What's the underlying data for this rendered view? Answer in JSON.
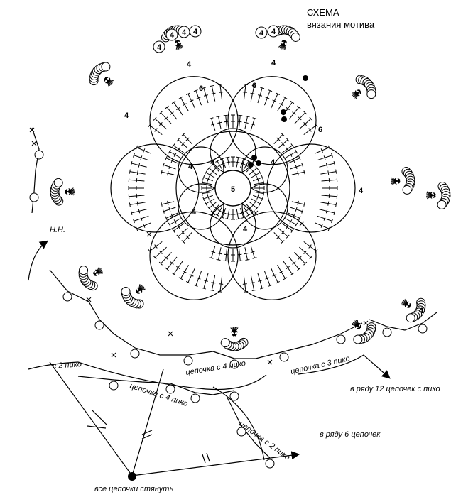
{
  "header": {
    "title": "СХЕМА",
    "subtitle": "вязания мотива"
  },
  "center_number": "5",
  "round_numbers": {
    "inner": "4",
    "petals": "6",
    "edge": "4",
    "picot": "4"
  },
  "labels": {
    "start": "Н.Н.",
    "picot_2": "с 2 пико",
    "chain_4_picot_top": "цепочка с 4 пико",
    "chain_4_picot_mid": "цепочка с 4 пико",
    "chain_3_picot": "цепочка с 3 пико",
    "chain_2_picot": "цепочка с 2 пико",
    "row_12_chains": "в ряду 12 цепочек с пико",
    "row_6_chains": "в ряду 6 цепочек",
    "tighten_all": "все цепочки стянуть"
  },
  "colors": {
    "ink": "#000000",
    "paper": "#ffffff"
  }
}
